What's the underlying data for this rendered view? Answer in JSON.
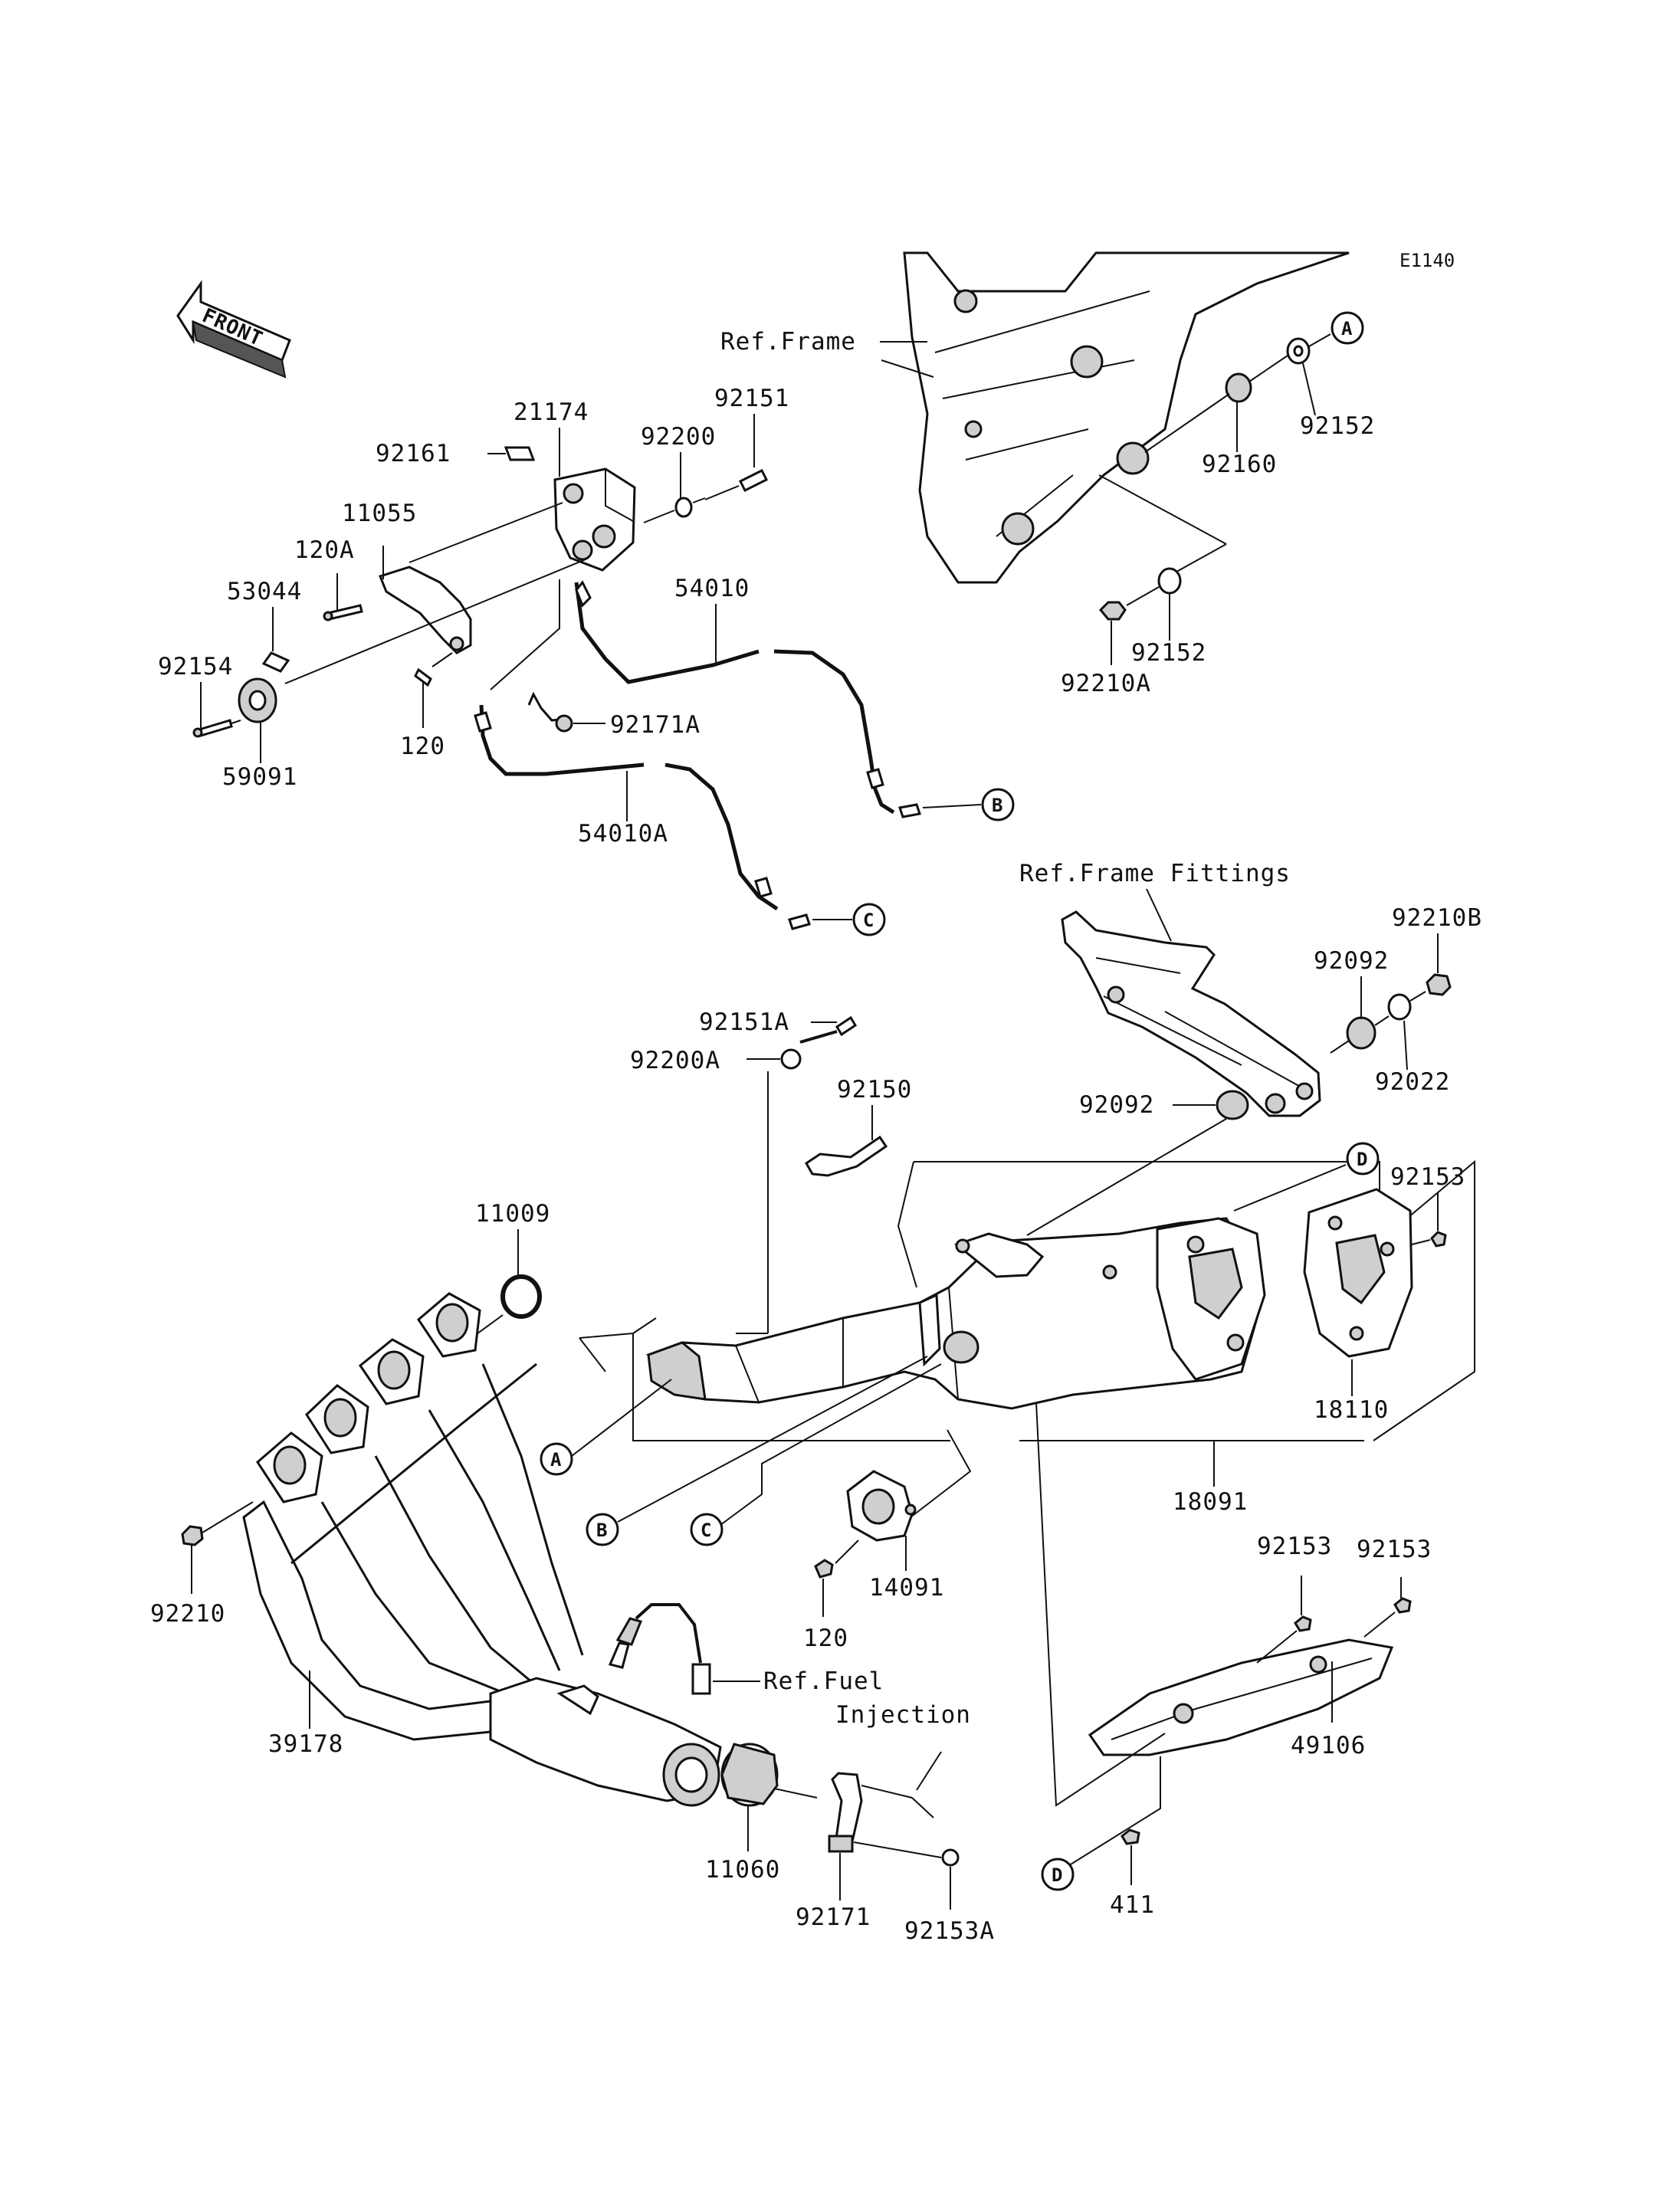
{
  "diagram": {
    "code": "E1140",
    "front_label": "FRONT",
    "references": {
      "frame": "Ref.Frame",
      "frame_fittings": "Ref.Frame Fittings",
      "fuel_line1": "Ref.Fuel",
      "fuel_line2": "Injection"
    },
    "callouts": [
      "A",
      "B",
      "C",
      "D"
    ],
    "parts": {
      "p21174": "21174",
      "p92161": "92161",
      "p92200": "92200",
      "p92151": "92151",
      "p11055": "11055",
      "p120A": "120A",
      "p53044": "53044",
      "p92154": "92154",
      "p59091": "59091",
      "p120_top": "120",
      "p54010": "54010",
      "p92171A": "92171A",
      "p54010A": "54010A",
      "p92152_a": "92152",
      "p92160": "92160",
      "p92152_b": "92152",
      "p92210A": "92210A",
      "p92210B": "92210B",
      "p92092_a": "92092",
      "p92022": "92022",
      "p92092_b": "92092",
      "p92151A": "92151A",
      "p92200A": "92200A",
      "p92150": "92150",
      "p11009": "11009",
      "p92153_top": "92153",
      "p18110": "18110",
      "p18091": "18091",
      "p92210": "92210",
      "p14091": "14091",
      "p120_mid": "120",
      "p92153_l": "92153",
      "p92153_r": "92153",
      "p49106": "49106",
      "p39178": "39178",
      "p11060": "11060",
      "p92171": "92171",
      "p92153A": "92153A",
      "p411": "411"
    }
  }
}
